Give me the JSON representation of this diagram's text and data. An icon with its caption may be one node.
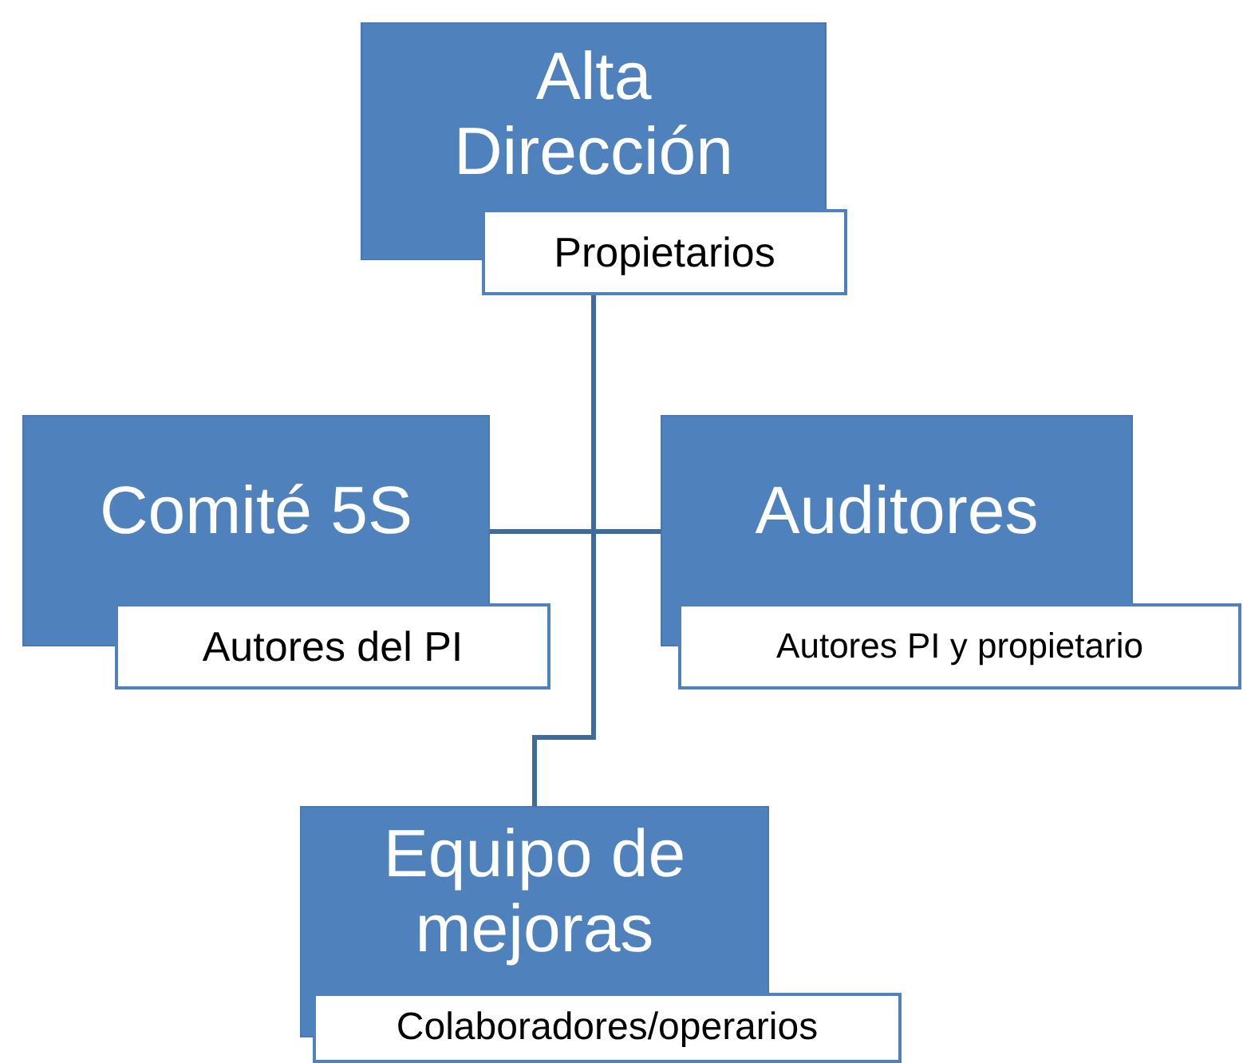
{
  "diagram": {
    "nodes": [
      {
        "text": [
          "Alta Dirección",
          "Propietarios"
        ]
      },
      {
        "text": [
          "Comité 5S",
          "Autores del PI"
        ]
      },
      {
        "text": [
          "Auditores",
          "Autores PI y propietario"
        ]
      },
      {
        "text": [
          "Equipo de mejoras",
          "Colaboradores/operarios"
        ]
      }
    ],
    "edges": [
      {
        "from": 0,
        "to": 1,
        "arrow": "none"
      },
      {
        "from": 0,
        "to": 2,
        "arrow": "none"
      },
      {
        "from": 0,
        "to": 3,
        "arrow": "none"
      }
    ]
  }
}
